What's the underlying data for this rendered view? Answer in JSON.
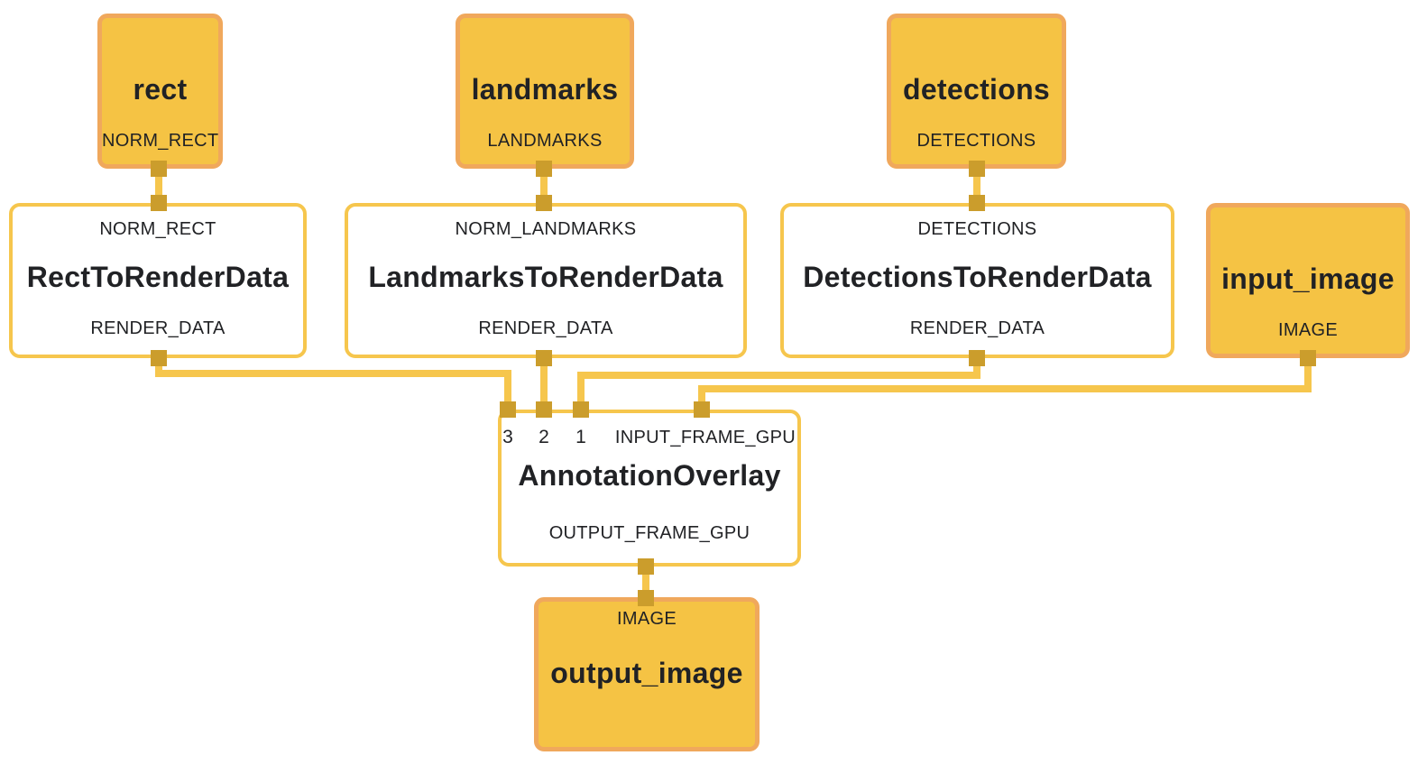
{
  "diagram": {
    "kind": "mediapipe-graph",
    "colors": {
      "stream_node_fill": "#F5C344",
      "stream_node_border": "#F0A85C",
      "calculator_border": "#F6C64D",
      "wire": "#F6C64D",
      "port_square": "#CB9D2C",
      "text": "#212225",
      "background": "#FFFFFF"
    },
    "nodes": {
      "rect": {
        "title": "rect",
        "output_label": "NORM_RECT"
      },
      "landmarks": {
        "title": "landmarks",
        "output_label": "LANDMARKS"
      },
      "detections": {
        "title": "detections",
        "output_label": "DETECTIONS"
      },
      "rect_to_render_data": {
        "input_label": "NORM_RECT",
        "title": "RectToRenderData",
        "output_label": "RENDER_DATA"
      },
      "landmarks_to_render_data": {
        "input_label": "NORM_LANDMARKS",
        "title": "LandmarksToRenderData",
        "output_label": "RENDER_DATA"
      },
      "detections_to_render_data": {
        "input_label": "DETECTIONS",
        "title": "DetectionsToRenderData",
        "output_label": "RENDER_DATA"
      },
      "input_image": {
        "title": "input_image",
        "output_label": "IMAGE"
      },
      "annotation_overlay": {
        "input_labels": [
          "3",
          "2",
          "1",
          "INPUT_FRAME_GPU"
        ],
        "title": "AnnotationOverlay",
        "output_label": "OUTPUT_FRAME_GPU"
      },
      "output_image": {
        "input_label": "IMAGE",
        "title": "output_image"
      }
    },
    "edges": [
      {
        "from": "rect:NORM_RECT",
        "to": "RectToRenderData:NORM_RECT"
      },
      {
        "from": "landmarks:LANDMARKS",
        "to": "LandmarksToRenderData:NORM_LANDMARKS"
      },
      {
        "from": "detections:DETECTIONS",
        "to": "DetectionsToRenderData:DETECTIONS"
      },
      {
        "from": "RectToRenderData:RENDER_DATA",
        "to": "AnnotationOverlay:3"
      },
      {
        "from": "LandmarksToRenderData:RENDER_DATA",
        "to": "AnnotationOverlay:2"
      },
      {
        "from": "DetectionsToRenderData:RENDER_DATA",
        "to": "AnnotationOverlay:1"
      },
      {
        "from": "input_image:IMAGE",
        "to": "AnnotationOverlay:INPUT_FRAME_GPU"
      },
      {
        "from": "AnnotationOverlay:OUTPUT_FRAME_GPU",
        "to": "output_image:IMAGE"
      }
    ]
  }
}
